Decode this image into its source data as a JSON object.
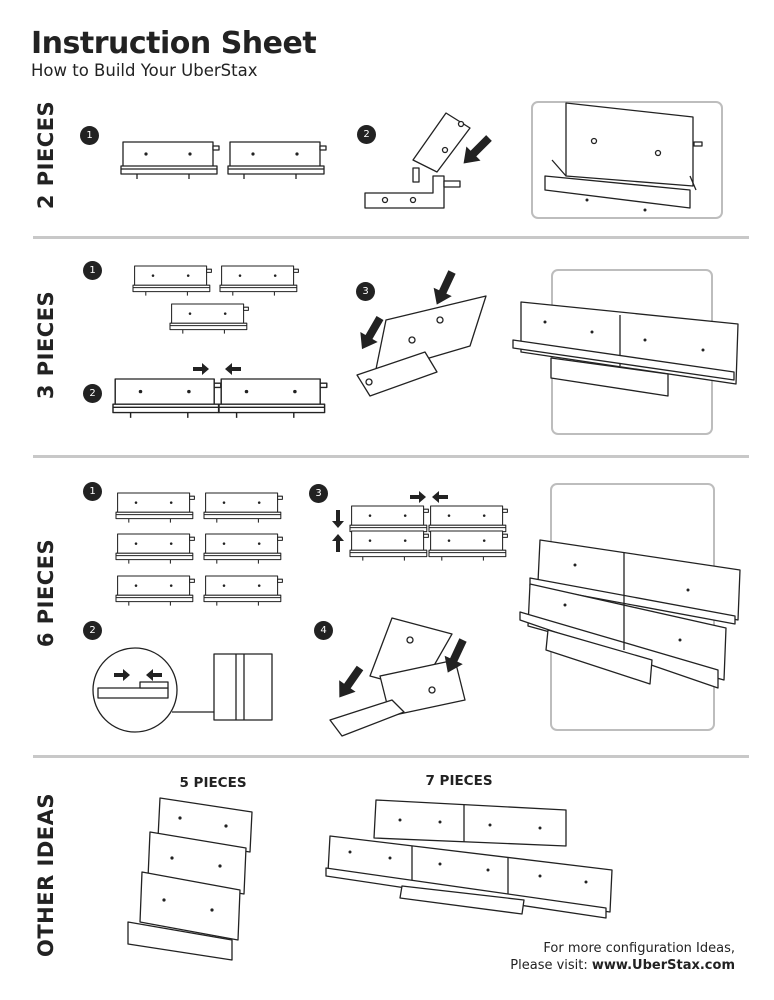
{
  "header": {
    "title": "Instruction Sheet",
    "subtitle": "How to Build Your UberStax"
  },
  "sections": {
    "two": {
      "label": "2 PIECES",
      "steps": [
        "1",
        "2"
      ]
    },
    "three": {
      "label": "3 PIECES",
      "steps": [
        "1",
        "3",
        "2"
      ]
    },
    "six": {
      "label": "6 PIECES",
      "steps": [
        "1",
        "3",
        "2",
        "4"
      ]
    },
    "other": {
      "label": "OTHER IDEAS",
      "five_label": "5 PIECES",
      "seven_label": "7 PIECES"
    }
  },
  "footer": {
    "line1": "For more configuration Ideas,",
    "line2_prefix": "Please visit: ",
    "url": "www.UberStax.com"
  }
}
